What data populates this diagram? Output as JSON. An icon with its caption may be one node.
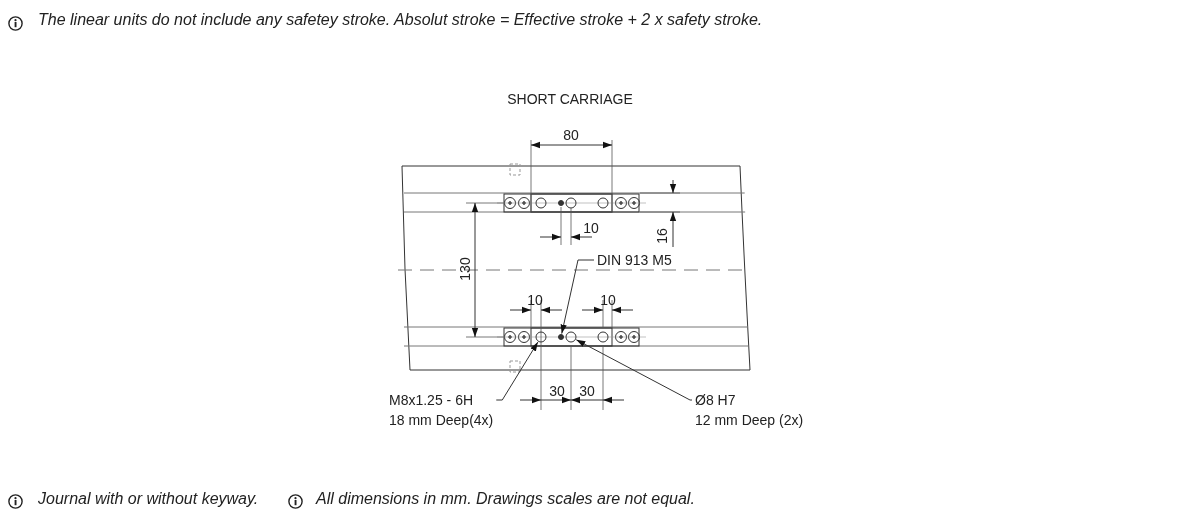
{
  "diagram": {
    "nodes": [
      {
        "text": [
          "DIN 913 M5"
        ]
      },
      {
        "text": [
          "M8x1.25 - 6H",
          "18 mm Deep(4x)"
        ]
      },
      {
        "text": [
          "Ø8 H7",
          "12 mm Deep (2x)"
        ]
      },
      {
        "text": [],
        "shape": "circle"
      },
      {
        "text": [],
        "shape": "circle"
      },
      {
        "text": [],
        "shape": "circle"
      }
    ],
    "edges": [
      {
        "from": 0,
        "to": 4,
        "arrow": "to"
      },
      {
        "from": 1,
        "to": 3,
        "arrow": "to"
      },
      {
        "from": 2,
        "to": 5,
        "arrow": "to"
      }
    ],
    "labels": [
      "The linear units do not include any safetey stroke. Absolut stroke = Effective stroke + 2 x safety stroke.",
      "SHORT CARRIAGE",
      "80",
      "10",
      "16",
      "130",
      "10",
      "10",
      "30",
      "30",
      "Journal with or without keyway.",
      "All dimensions in mm. Drawings scales are not equal."
    ]
  }
}
